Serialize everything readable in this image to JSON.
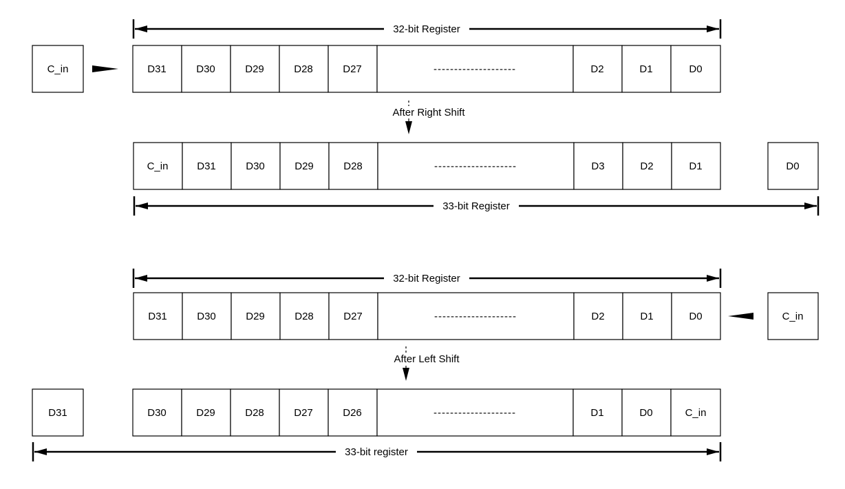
{
  "colors": {
    "stroke": "#000000",
    "background": "#ffffff"
  },
  "rows": [
    {
      "id": "row1",
      "cells": [
        "D31",
        "D30",
        "D29",
        "D28",
        "D27",
        "--------------------",
        "D2",
        "D1",
        "D0"
      ],
      "outside_left": "C_in",
      "outside_right": ""
    },
    {
      "id": "row2",
      "cells": [
        "C_in",
        "D31",
        "D30",
        "D29",
        "D28",
        "--------------------",
        "D3",
        "D2",
        "D1"
      ],
      "outside_left": "",
      "outside_right": "D0"
    },
    {
      "id": "row3",
      "cells": [
        "D31",
        "D30",
        "D29",
        "D28",
        "D27",
        "--------------------",
        "D2",
        "D1",
        "D0"
      ],
      "outside_left": "",
      "outside_right": "C_in"
    },
    {
      "id": "row4",
      "cells": [
        "D30",
        "D29",
        "D28",
        "D27",
        "D26",
        "--------------------",
        "D1",
        "D0",
        "C_in"
      ],
      "outside_left": "D31",
      "outside_right": ""
    }
  ],
  "dimensions": [
    {
      "id": "dim1",
      "label": "32-bit Register"
    },
    {
      "id": "dim2",
      "label": "33-bit Register"
    },
    {
      "id": "dim3",
      "label": "32-bit Register"
    },
    {
      "id": "dim4",
      "label": "33-bit register"
    }
  ],
  "shifts": [
    {
      "id": "right",
      "label": "After Right Shift"
    },
    {
      "id": "left",
      "label": "After Left Shift"
    }
  ]
}
